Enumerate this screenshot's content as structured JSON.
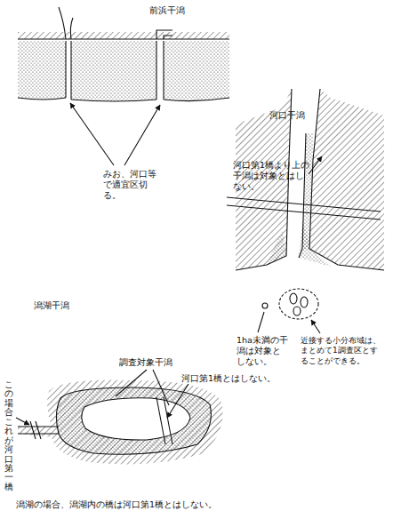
{
  "diagram": {
    "labels": [
      "前浜干潟",
      "みお、河口等で適宜区切る。",
      "河口干潟",
      "河口第1橋より上の干潟は対象とはしない。",
      "1ha未満の干潟は対象としない。",
      "近接する小分布域は、まとめて1調査区とすることができる。",
      "潟湖干潟",
      "調査対象干潟",
      "河口第1橋とはしない。",
      "この場合これが河口第一橋",
      "潟湖の場合、潟湖内の橋は河口第1橋とはしない。"
    ]
  }
}
